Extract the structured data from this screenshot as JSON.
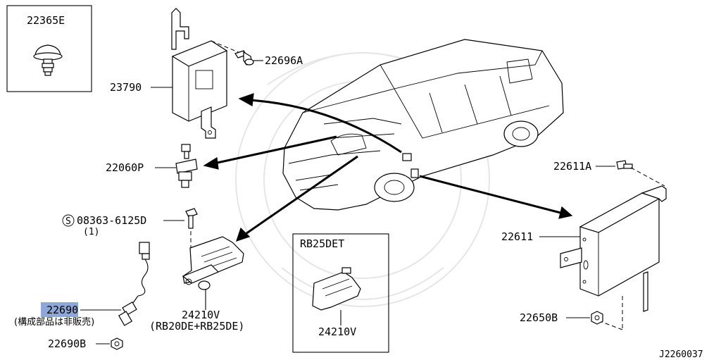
{
  "callouts": {
    "p22365E": "22365E",
    "p22696A": "22696A",
    "p23790": "23790",
    "p22060P": "22060P",
    "p08363": "08363-6125D",
    "p08363_qty": "(1)",
    "s_symbol": "S",
    "p22690": "22690",
    "p22690_note": "(構成部品は非販売)",
    "p22690B": "22690B",
    "p24210V_left": "24210V",
    "p24210V_left_note": "(RB20DE+RB25DE)",
    "rb25det_title": "RB25DET",
    "p24210V_box": "24210V",
    "p22611A": "22611A",
    "p22611": "22611",
    "p22650B": "22650B"
  },
  "diagram_id": "J2260037",
  "colors": {
    "highlight": "#8ea6d8",
    "line": "#000000",
    "watermark": "#e6e6e6"
  }
}
